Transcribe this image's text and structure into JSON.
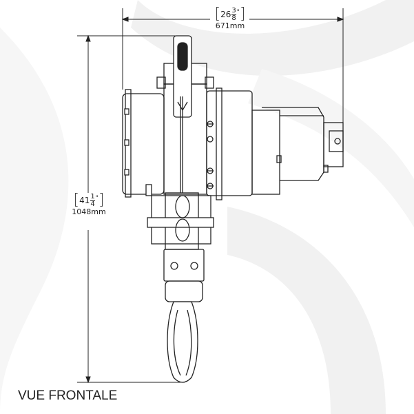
{
  "drawing": {
    "title": "VUE FRONTALE",
    "width_dimension": {
      "whole": "26",
      "numerator": "3",
      "denominator": "8",
      "unit_mark": "\"",
      "metric": "671mm"
    },
    "height_dimension": {
      "whole": "41",
      "numerator": "1",
      "denominator": "4",
      "unit_mark": "\"",
      "metric": "1048mm"
    }
  }
}
